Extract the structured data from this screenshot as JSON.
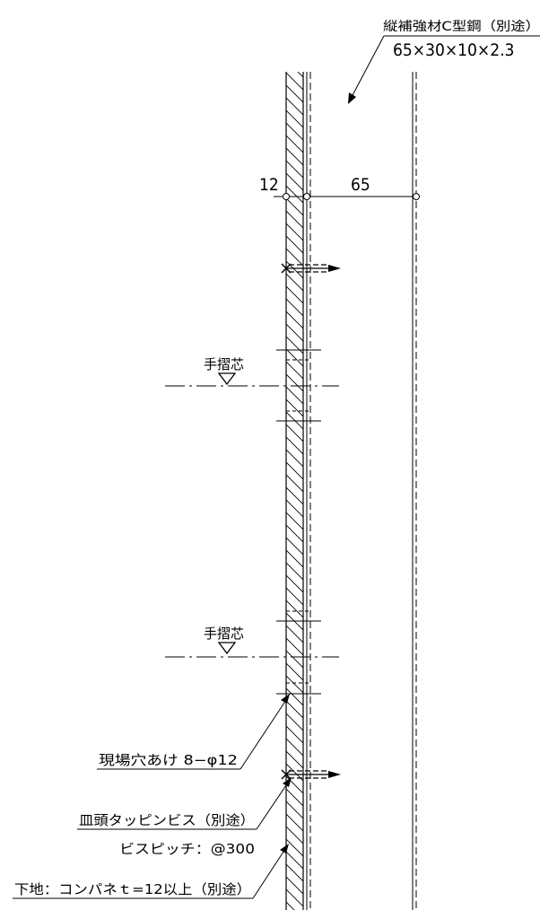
{
  "callouts": {
    "reinforcement_name": "縦補強材C型鋼（別途）",
    "reinforcement_size": "65×30×10×2.3",
    "field_hole": "現場穴あけ 8−φ12",
    "screw": "皿頭タッピンビス（別途）",
    "screw_pitch": "ビスピッチ：@300",
    "substrate": "下地：コンパネｔ=12以上（別途）"
  },
  "dimensions": {
    "panel_thickness": "12",
    "channel_depth": "65"
  },
  "markers": {
    "handrail_center_upper": "手摺芯",
    "handrail_center_lower": "手摺芯"
  }
}
